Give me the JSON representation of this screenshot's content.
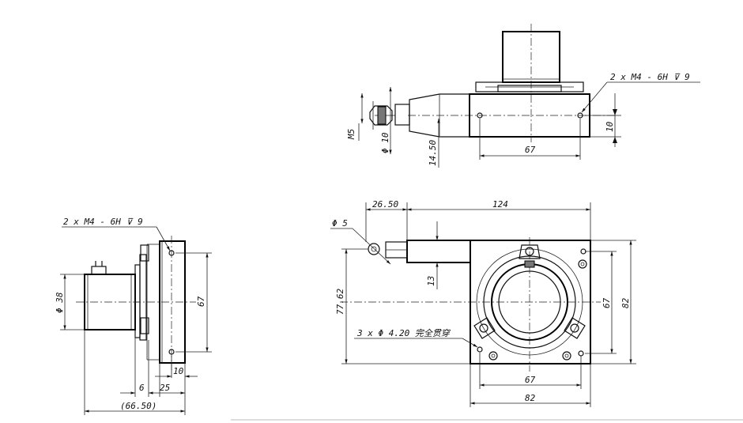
{
  "dims": {
    "top_view": {
      "m5": "M5",
      "phi10": "Φ 10",
      "d14_50": "14.50",
      "d67": "67",
      "d10": "10",
      "thread_note": "2 x  M4 - 6H ⊽ 9"
    },
    "side_view": {
      "thread_note": "2 x  M4 - 6H ⊽ 9",
      "phi38": "Φ 38",
      "d67": "67",
      "d10": "10",
      "d6": "6",
      "d25": "25",
      "d66_50": "(66.50)"
    },
    "front_view": {
      "d26_50": "26.50",
      "d124": "124",
      "phi5": "Φ 5",
      "d13": "13",
      "d77_62": "77.62",
      "hole_note": "3 x  Φ  4.20 完全贯穿",
      "d67v": "67",
      "d82v": "82",
      "d67h": "67",
      "d82h": "82"
    }
  }
}
